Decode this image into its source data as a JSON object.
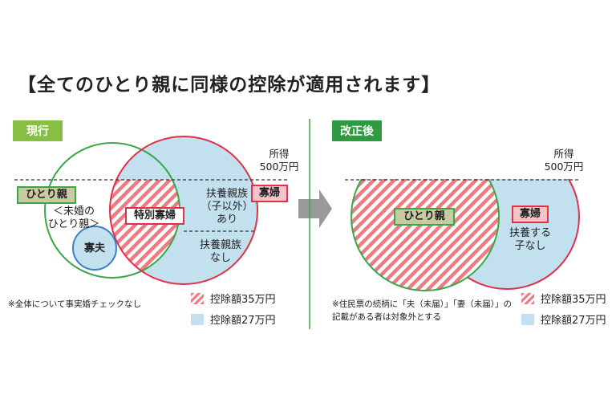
{
  "title": "【全てのひとり親に同様の控除が適用されます】",
  "current": {
    "tag": "現行",
    "income_line": "所得\n500万円",
    "labels": {
      "hitorioya": "ひとり親",
      "mikon": "＜未婚の\nひとり親＞",
      "tokubetsu_kafu": "特別寡婦",
      "kafu_f": "寡婦",
      "kafu_m": "寡夫",
      "fuyo_ari": "扶養親族\n（子以外）\nあり",
      "fuyo_nashi": "扶養親族\nなし"
    },
    "note": "※全体について事実婚チェックなし"
  },
  "revised": {
    "tag": "改正後",
    "income_line": "所得\n500万円",
    "labels": {
      "hitorioya": "ひとり親",
      "kafu": "寡婦",
      "fuyo_suru": "扶養する\n子なし"
    },
    "note": "※住民票の続柄に「夫（未届）」「妻（未届）」の\n記載がある者は対象外とする"
  },
  "legend": {
    "stripe_label": "控除額35万円",
    "blue_label": "控除額27万円"
  },
  "colors": {
    "green": "#3aa74a",
    "red": "#e0304a",
    "blue_fill": "#c3e0ef",
    "stripe": "#ee7a82",
    "tag_light_green": "#86bf43",
    "tag_dark_green": "#2f9a3f",
    "arrow": "#999999",
    "olive_box": "#c8cba0"
  }
}
